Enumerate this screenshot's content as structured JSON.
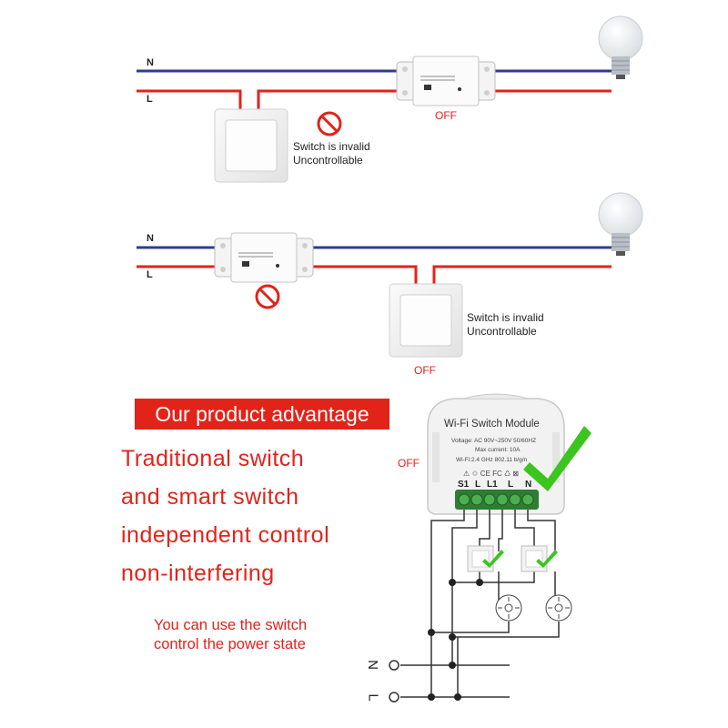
{
  "colors": {
    "neutral_wire": "#2f3d8f",
    "live_wire": "#e2231a",
    "accent": "#e2231a",
    "check": "#3cc41f"
  },
  "diagram1": {
    "n_label": "N",
    "l_label": "L",
    "relay_state": "OFF",
    "invalid_line1": "Switch is invalid",
    "invalid_line2": "Uncontrollable"
  },
  "diagram2": {
    "n_label": "N",
    "l_label": "L",
    "switch_state": "OFF",
    "invalid_line1": "Switch is invalid",
    "invalid_line2": "Uncontrollable"
  },
  "advantage": {
    "banner": "Our product advantage",
    "lines": [
      "Traditional switch",
      "and smart switch",
      "independent control",
      "non-interfering"
    ],
    "note_line1": "You can use the switch",
    "note_line2": "control the power state"
  },
  "module": {
    "state": "OFF",
    "title": "Wi-Fi Switch Module",
    "voltage": "Voltage: AC 90V~250V   50/60HZ",
    "current": "Max current: 10A",
    "wifi": "Wi-Fi:2.4 GHz    802.11 b/g/n",
    "terminals": [
      "S1",
      "L",
      "L1",
      "L",
      "N"
    ],
    "n_label": "N",
    "l_label": "L"
  }
}
